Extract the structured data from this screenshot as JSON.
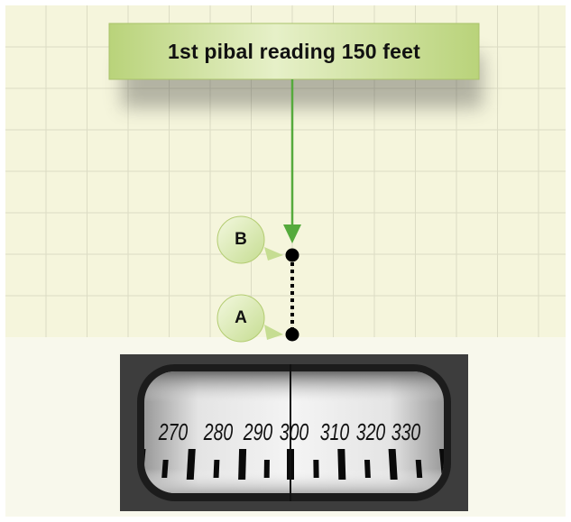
{
  "callout": {
    "text": "1st pibal reading 150 feet"
  },
  "points": {
    "b_label": "B",
    "a_label": "A"
  },
  "compass": {
    "scale_labels": [
      "270",
      "280",
      "290",
      "300",
      "310",
      "320",
      "330"
    ]
  },
  "colors": {
    "grid_background": "#f5f5dc",
    "grid_line": "#dcdcc4",
    "callout_fill": "#c6dc8c",
    "arrow": "#55aa3c",
    "compass_housing": "#3a3a3a",
    "compass_card": "#eeeeee"
  }
}
